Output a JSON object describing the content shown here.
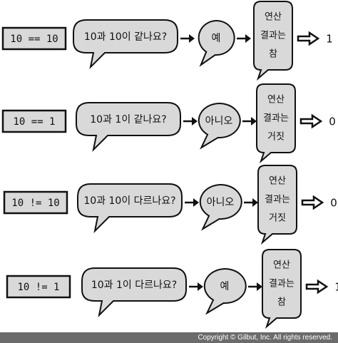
{
  "rows": [
    {
      "expression": "10 == 10",
      "question": "10과 10이 같나요?",
      "answer": "예",
      "bubble_lines": [
        "연산",
        "결과는",
        "참"
      ],
      "result": "1"
    },
    {
      "expression": "10 == 1",
      "question": "10과 1이 같나요?",
      "answer": "아니오",
      "bubble_lines": [
        "연산",
        "결과는",
        "거짓"
      ],
      "result": "0"
    },
    {
      "expression": "10 != 10",
      "question": "10과 10이 다르나요?",
      "answer": "아니오",
      "bubble_lines": [
        "연산",
        "결과는",
        "거짓"
      ],
      "result": "0"
    },
    {
      "expression": "10 != 1",
      "question": "10과 1이 다르나요?",
      "answer": "예",
      "bubble_lines": [
        "연산",
        "결과는",
        "참"
      ],
      "result": "1"
    }
  ],
  "footer": {
    "copyright": "Copyright © Gilbut, Inc. All rights reserved."
  }
}
